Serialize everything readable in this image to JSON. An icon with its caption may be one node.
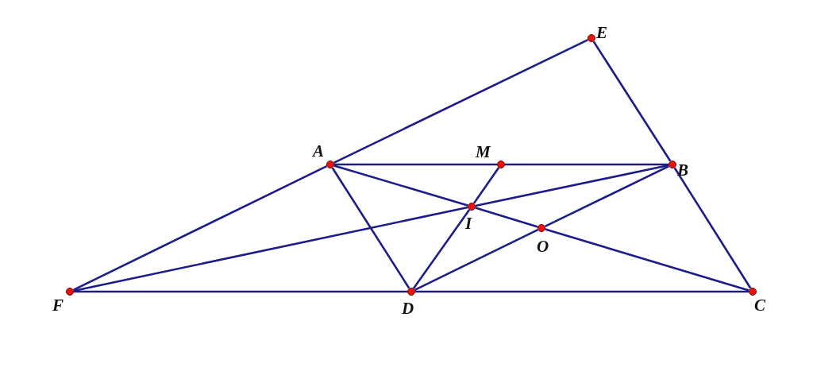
{
  "diagram": {
    "nodes": [
      {
        "text": [
          "E"
        ]
      },
      {
        "text": [
          "A"
        ]
      },
      {
        "text": [
          "M"
        ]
      },
      {
        "text": [
          "B"
        ]
      },
      {
        "text": [
          "I"
        ]
      },
      {
        "text": [
          "O"
        ]
      },
      {
        "text": [
          "F"
        ]
      },
      {
        "text": [
          "D"
        ]
      },
      {
        "text": [
          "C"
        ]
      }
    ],
    "edges": [
      {
        "from": 6,
        "to": 1,
        "arrow": "none"
      },
      {
        "from": 1,
        "to": 0,
        "arrow": "none"
      },
      {
        "from": 0,
        "to": 3,
        "arrow": "none"
      },
      {
        "from": 3,
        "to": 8,
        "arrow": "none"
      },
      {
        "from": 1,
        "to": 2,
        "arrow": "none"
      },
      {
        "from": 2,
        "to": 3,
        "arrow": "none"
      },
      {
        "from": 6,
        "to": 7,
        "arrow": "none"
      },
      {
        "from": 7,
        "to": 8,
        "arrow": "none"
      },
      {
        "from": 1,
        "to": 7,
        "arrow": "none"
      },
      {
        "from": 1,
        "to": 4,
        "arrow": "none"
      },
      {
        "from": 4,
        "to": 5,
        "arrow": "none"
      },
      {
        "from": 5,
        "to": 8,
        "arrow": "none"
      },
      {
        "from": 6,
        "to": 4,
        "arrow": "none"
      },
      {
        "from": 4,
        "to": 3,
        "arrow": "none"
      },
      {
        "from": 7,
        "to": 4,
        "arrow": "none"
      },
      {
        "from": 4,
        "to": 2,
        "arrow": "none"
      },
      {
        "from": 7,
        "to": 5,
        "arrow": "none"
      },
      {
        "from": 5,
        "to": 3,
        "arrow": "none"
      }
    ]
  }
}
